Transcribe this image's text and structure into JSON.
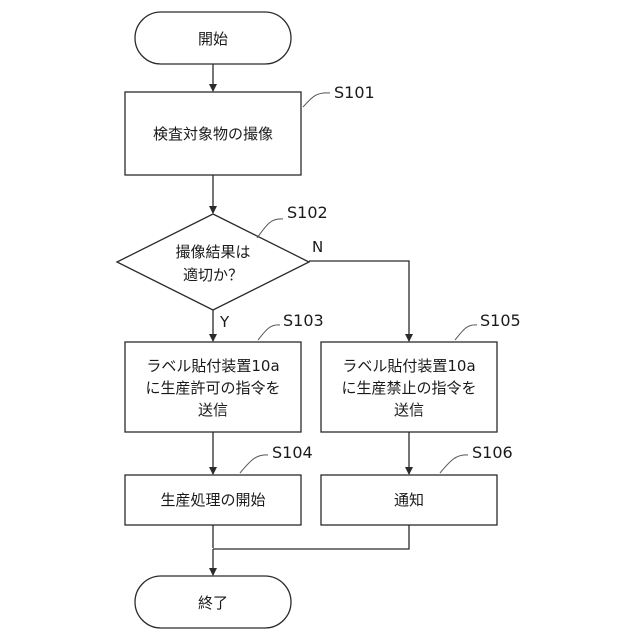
{
  "nodes": {
    "start": {
      "label": "開始"
    },
    "s101": {
      "step": "S101",
      "label": "検査対象物の撮像"
    },
    "s102": {
      "step": "S102",
      "lines": [
        "撮像結果は",
        "適切か？"
      ]
    },
    "s103": {
      "step": "S103",
      "lines": [
        "ラベル貼付装置10a",
        "に生産許可の指令を",
        "送信"
      ]
    },
    "s104": {
      "step": "S104",
      "label": "生産処理の開始"
    },
    "s105": {
      "step": "S105",
      "lines": [
        "ラベル貼付装置10a",
        "に生産禁止の指令を",
        "送信"
      ]
    },
    "s106": {
      "step": "S106",
      "label": "通知"
    },
    "end": {
      "label": "終了"
    }
  },
  "branches": {
    "yes": "Y",
    "no": "N"
  }
}
